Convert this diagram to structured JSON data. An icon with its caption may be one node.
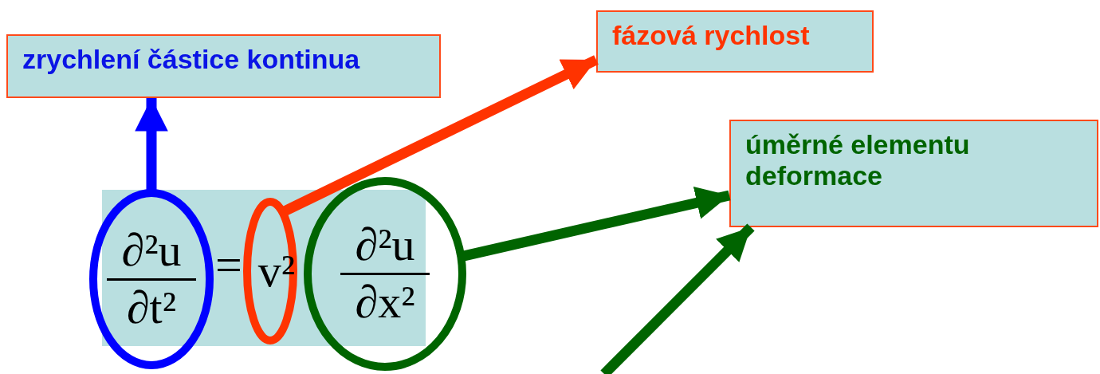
{
  "diagram": {
    "nodes": [
      {
        "text": [
          "zrychlení částice kontinua"
        ]
      },
      {
        "text": [
          "fázová rychlost"
        ]
      },
      {
        "text": [
          "úměrné elementu deformace"
        ]
      },
      {
        "text": [
          "="
        ]
      },
      {
        "text": [
          "∂²u",
          "∂t²"
        ]
      },
      {
        "text": [
          "v²"
        ],
        "in": 3
      },
      {
        "text": [
          "∂²u",
          "∂x²"
        ]
      }
    ],
    "edges": [
      {
        "from": 4,
        "to": 0,
        "arrow": "to",
        "color": "#0000ff"
      },
      {
        "from": 5,
        "to": 1,
        "arrow": "to",
        "color": "#ff3300"
      },
      {
        "from": 6,
        "to": 2,
        "arrow": "to"
      },
      {
        "from": null,
        "to": 2,
        "arrow": "to"
      }
    ]
  }
}
